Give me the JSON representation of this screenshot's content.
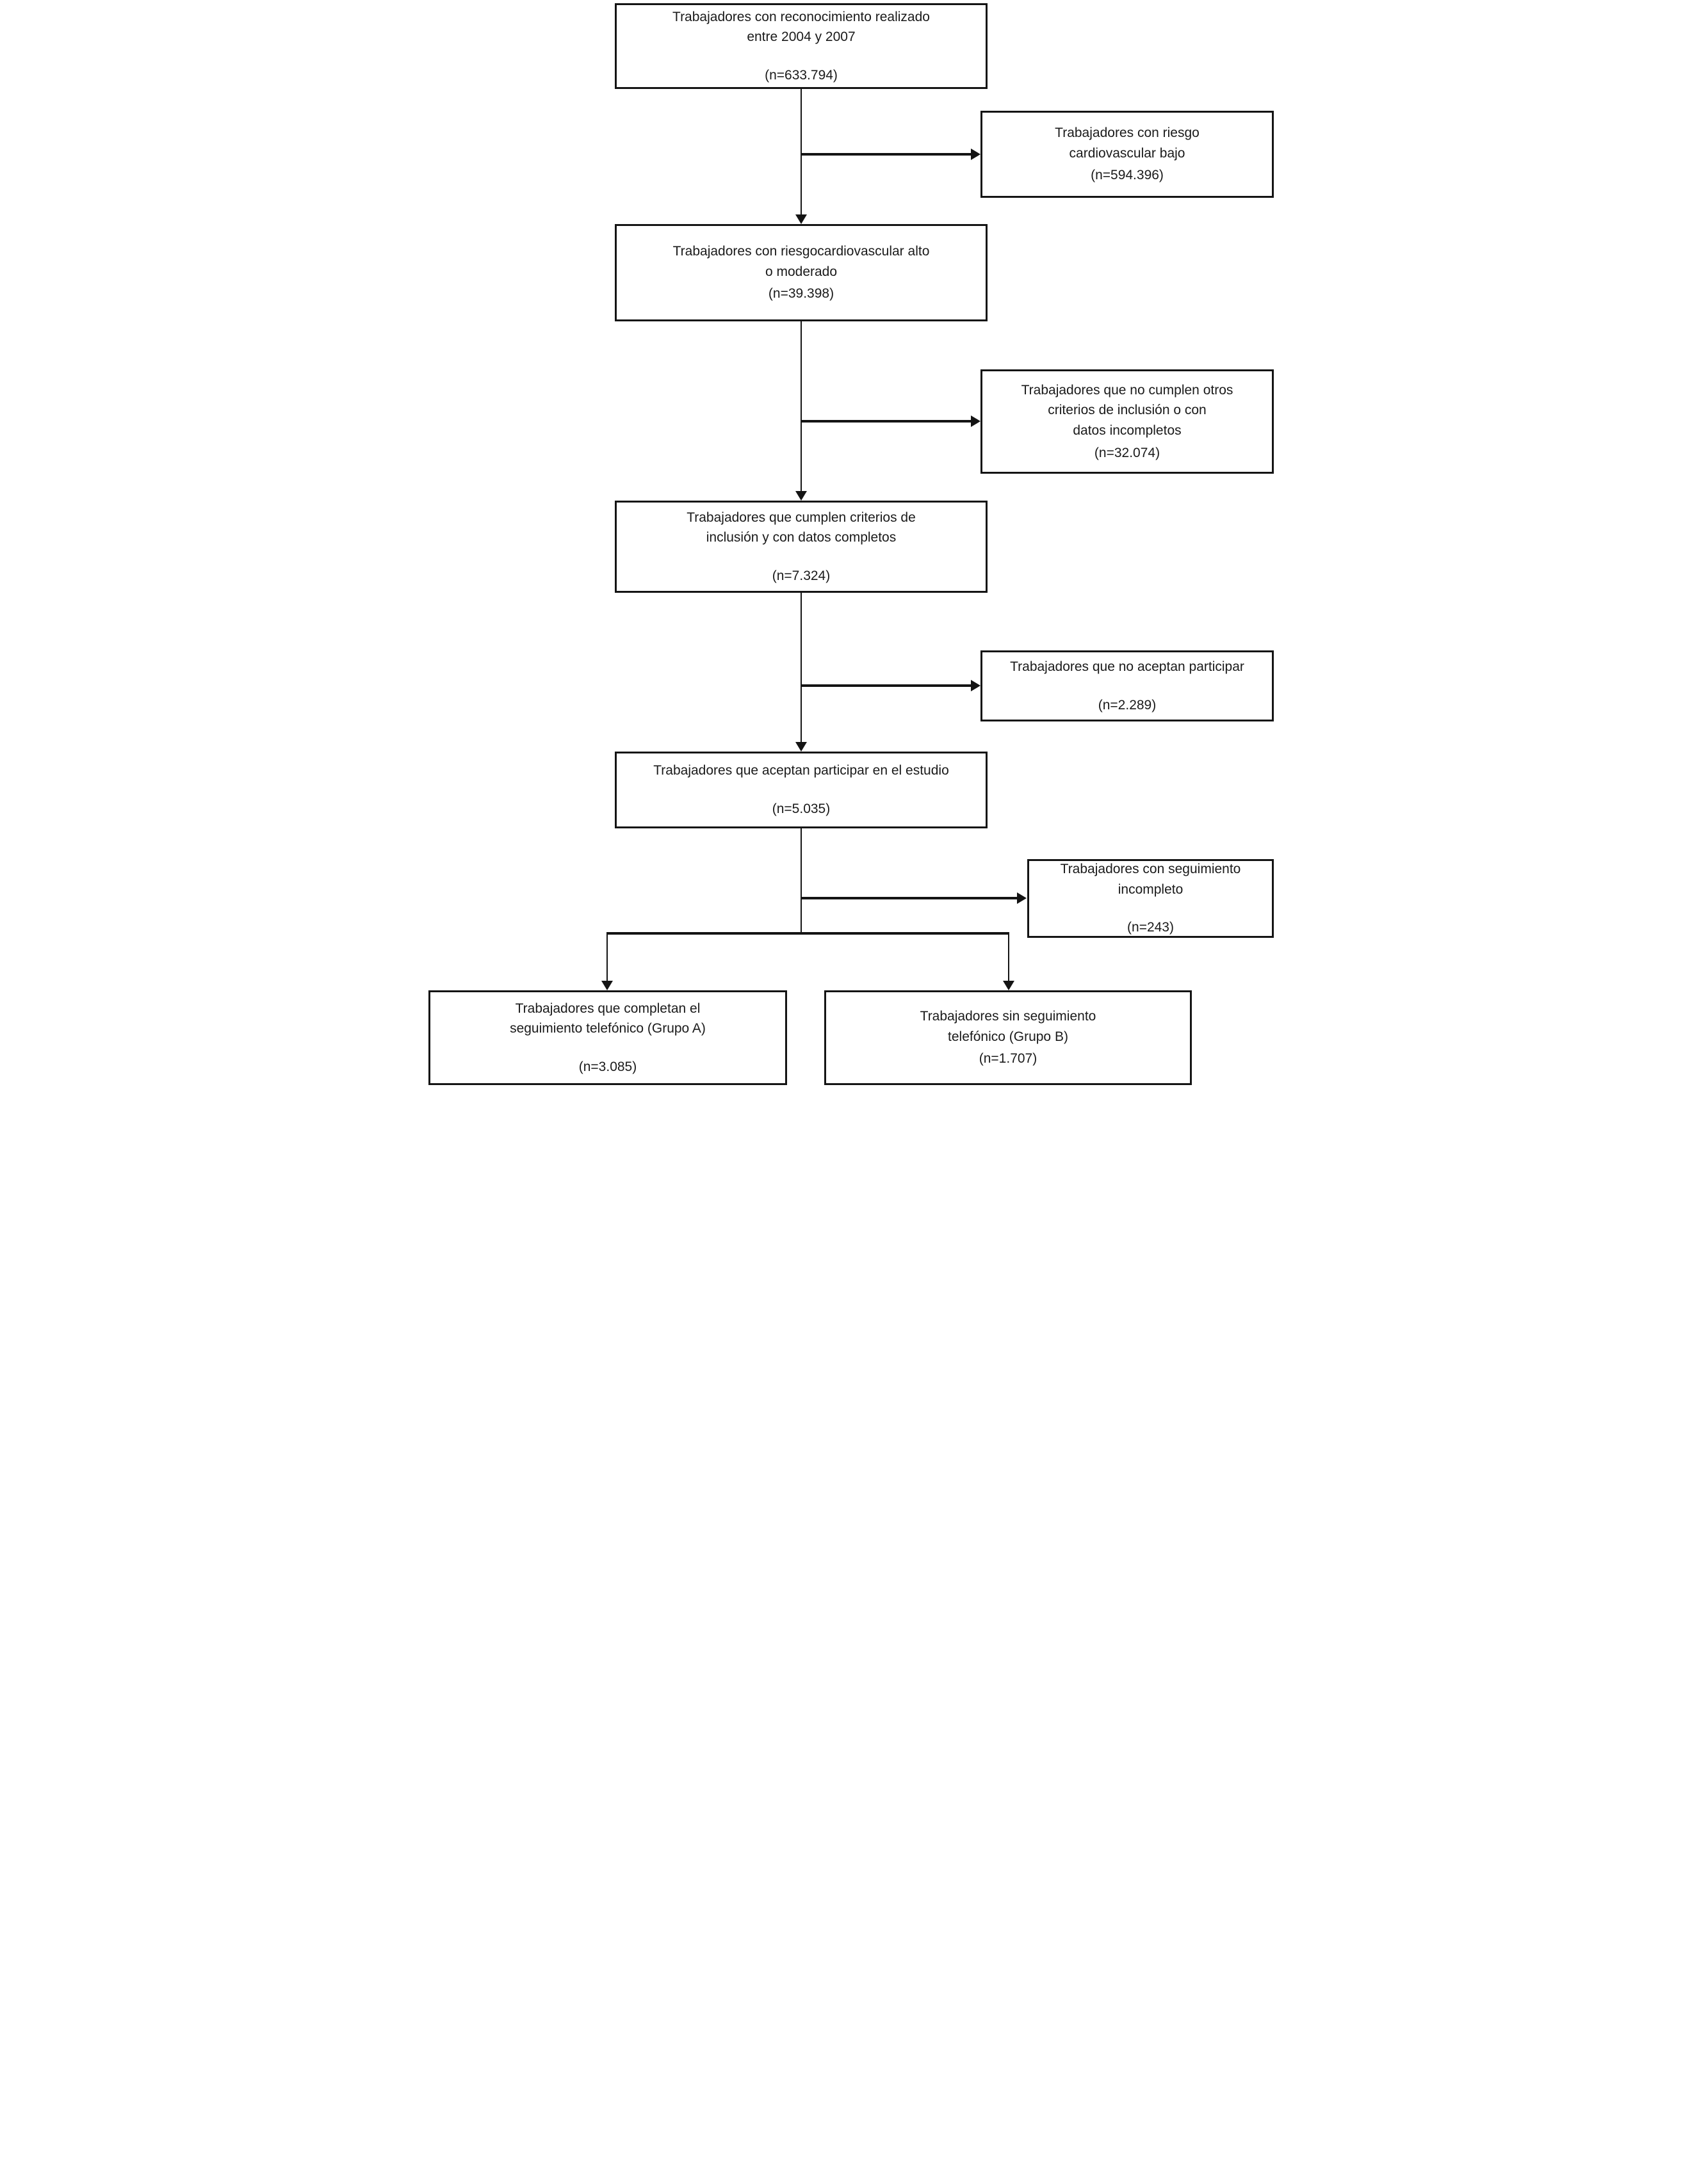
{
  "diagram": {
    "type": "flowchart",
    "language": "es",
    "colors": {
      "border": "#141414",
      "text": "#1a1a1a",
      "background": "#ffffff"
    },
    "boxes": {
      "box1": {
        "lines": [
          "Trabajadores con reconocimiento realizado",
          "entre 2004 y 2007"
        ],
        "n": "(n=633.794)"
      },
      "box2": {
        "lines": [
          "Trabajadores con riesgo",
          "cardiovascular bajo"
        ],
        "n": "(n=594.396)"
      },
      "box3": {
        "lines": [
          "Trabajadores con riesgocardiovascular alto",
          "o moderado"
        ],
        "n": "(n=39.398)"
      },
      "box4": {
        "lines": [
          "Trabajadores que no cumplen otros",
          "criterios de inclusión o con",
          "datos incompletos"
        ],
        "n": "(n=32.074)"
      },
      "box5": {
        "lines": [
          "Trabajadores que cumplen criterios de",
          "inclusión y con datos completos"
        ],
        "n": "(n=7.324)"
      },
      "box6": {
        "lines": [
          "Trabajadores que no aceptan participar"
        ],
        "n": "(n=2.289)"
      },
      "box7": {
        "lines": [
          "Trabajadores que aceptan participar en el estudio"
        ],
        "n": "(n=5.035)"
      },
      "box8": {
        "lines": [
          "Trabajadores con seguimiento",
          "incompleto"
        ],
        "n": "(n=243)"
      },
      "box9": {
        "lines": [
          "Trabajadores que completan el",
          "seguimiento telefónico (Grupo A)"
        ],
        "n": "(n=3.085)"
      },
      "box10": {
        "lines": [
          "Trabajadores sin seguimiento",
          "telefónico (Grupo B)"
        ],
        "n": "(n=1.707)"
      }
    }
  }
}
